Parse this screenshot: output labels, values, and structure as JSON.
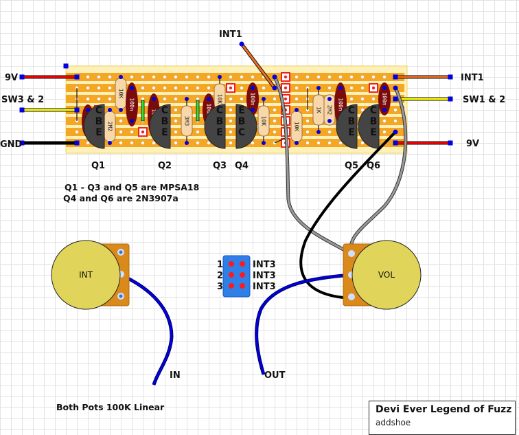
{
  "diagram": {
    "type": "stripboard-layout",
    "colors": {
      "board": "#f5a623",
      "board_edge": "#fdf0b8",
      "power_wire": "#ff0000",
      "ground_wire": "#000000",
      "switch_wire": "#ffff00",
      "int1_wire": "#f07020",
      "signal_wire": "#0000e0",
      "pot_lead": "#9a9a9a",
      "pot_body": "#e0d45a",
      "pot_lug_plate": "#d98a1a",
      "switch_body": "#2f7fe8",
      "capacitor": "#7a0b0b",
      "resistor": "#f8d7a8",
      "transistor": "#444444",
      "jumper_green": "#33dd33",
      "track_cut": "#ee2222"
    },
    "offboard_labels": {
      "left": [
        "9V",
        "SW3 & 2",
        "GND"
      ],
      "right": [
        "INT1",
        "SW1 & 2",
        "9V"
      ],
      "top": "INT1"
    },
    "components": {
      "resistors": [
        "2M2",
        "10K",
        "3M3",
        "10K",
        "10K",
        "10K",
        "1K",
        "2M2"
      ],
      "capacitors": [
        "100n",
        "100n",
        "100n",
        "100n",
        "100n",
        "100n",
        "100n"
      ],
      "transistors": [
        {
          "name": "Q1",
          "pins": [
            "C",
            "B",
            "E"
          ]
        },
        {
          "name": "Q2",
          "pins": [
            "C",
            "B",
            "E"
          ]
        },
        {
          "name": "Q3",
          "pins": [
            "C",
            "B",
            "E"
          ]
        },
        {
          "name": "Q4",
          "pins": [
            "E",
            "B",
            "C"
          ]
        },
        {
          "name": "Q5",
          "pins": [
            "C",
            "B",
            "E"
          ]
        },
        {
          "name": "Q6",
          "pins": [
            "C",
            "B",
            "E"
          ]
        }
      ]
    },
    "notes": {
      "transistor_types_1": "Q1 - Q3 and Q5 are MPSA18",
      "transistor_types_2": "Q4 and Q6 are 2N3907a",
      "pots": "Both Pots 100K Linear"
    },
    "pots": {
      "int": "INT",
      "vol": "VOL"
    },
    "switch": {
      "rows": [
        {
          "num": "1",
          "label": "INT3"
        },
        {
          "num": "2",
          "label": "INT3"
        },
        {
          "num": "3",
          "label": "INT3"
        }
      ]
    },
    "jacks": {
      "in": "IN",
      "out": "OUT"
    }
  },
  "title_block": {
    "title": "Devi Ever Legend of Fuzz",
    "author": "addshoe"
  }
}
